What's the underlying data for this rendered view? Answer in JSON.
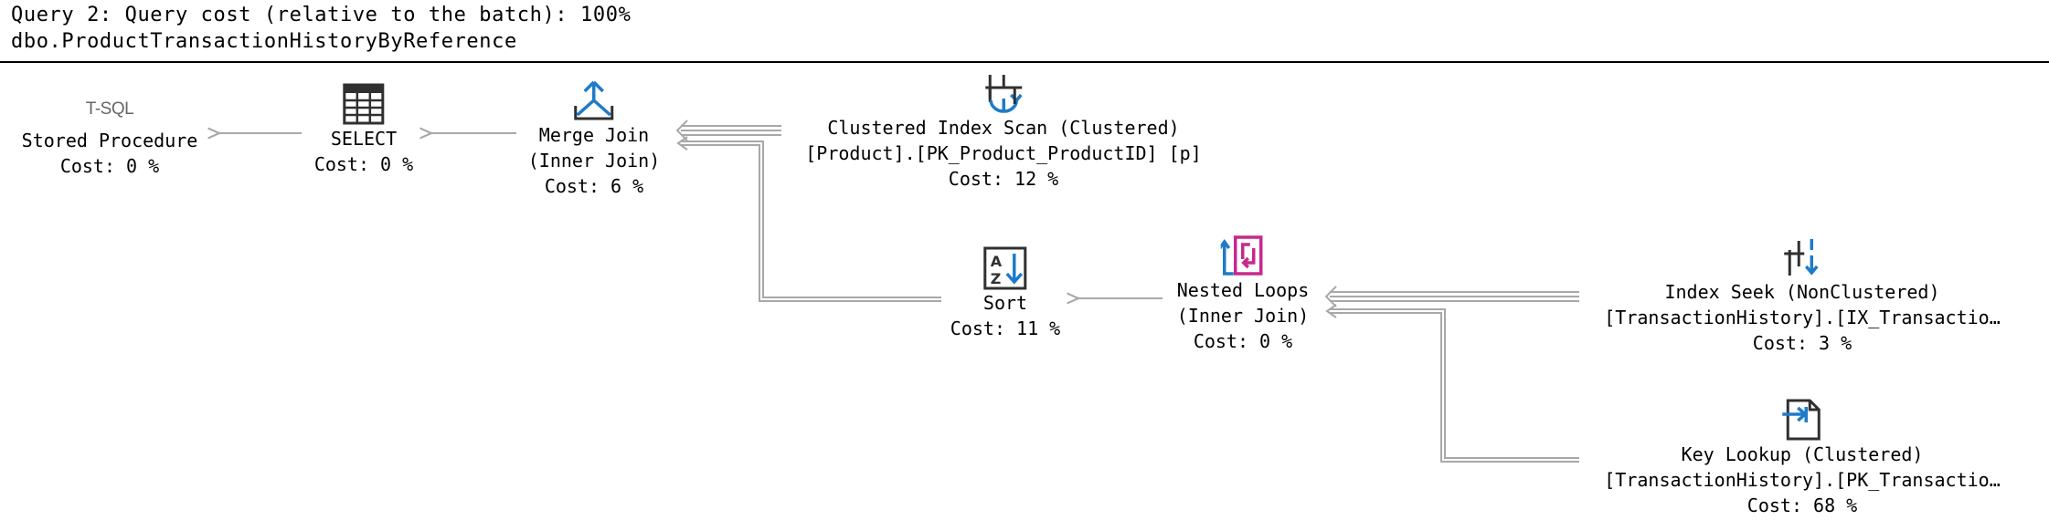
{
  "header": {
    "query_line": "Query 2: Query cost (relative to the batch): 100%",
    "procedure_line": "dbo.ProductTransactionHistoryByReference"
  },
  "operators": {
    "stored_procedure": {
      "icon": "t-sql-icon",
      "icon_text": "T-SQL",
      "name": "Stored Procedure",
      "cost": "Cost: 0 %"
    },
    "select": {
      "icon": "select-table-icon",
      "name": "SELECT",
      "cost": "Cost: 0 %"
    },
    "merge_join": {
      "icon": "merge-join-icon",
      "name": "Merge Join",
      "detail": "(Inner Join)",
      "cost": "Cost: 6 %"
    },
    "clustered_index_scan": {
      "icon": "clustered-index-scan-icon",
      "name": "Clustered Index Scan (Clustered)",
      "detail": "[Product].[PK_Product_ProductID] [p]",
      "cost": "Cost: 12 %"
    },
    "sort": {
      "icon": "sort-az-icon",
      "name": "Sort",
      "cost": "Cost: 11 %"
    },
    "nested_loops": {
      "icon": "nested-loops-icon",
      "name": "Nested Loops",
      "detail": "(Inner Join)",
      "cost": "Cost: 0 %"
    },
    "index_seek": {
      "icon": "index-seek-icon",
      "name": "Index Seek (NonClustered)",
      "detail": "[TransactionHistory].[IX_Transactio…",
      "cost": "Cost: 3 %"
    },
    "key_lookup": {
      "icon": "key-lookup-icon",
      "name": "Key Lookup (Clustered)",
      "detail": "[TransactionHistory].[PK_Transactio…",
      "cost": "Cost: 68 %"
    }
  },
  "colors": {
    "connector": "#a8a8a8",
    "icon_blue": "#1e7bc8",
    "icon_magenta": "#c8288c",
    "icon_dark": "#404040"
  }
}
